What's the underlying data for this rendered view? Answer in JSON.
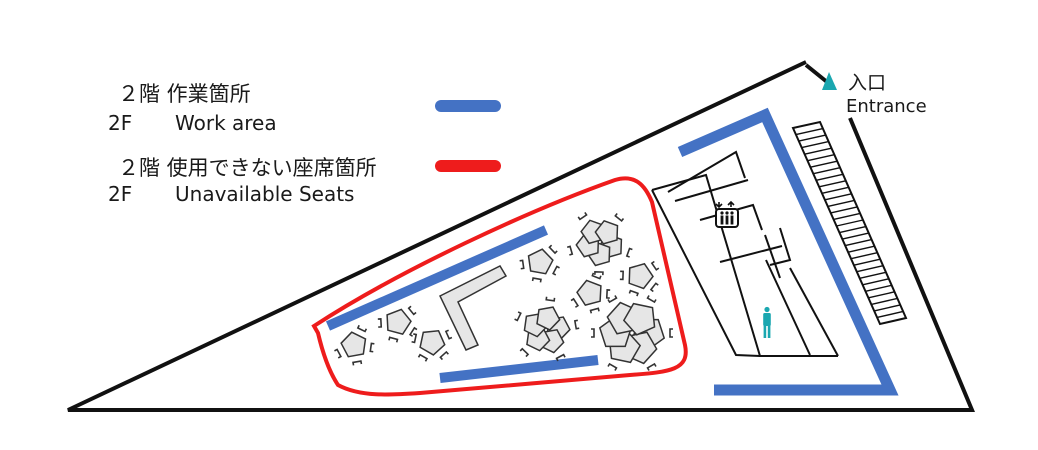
{
  "legend": {
    "work_area": {
      "label_jp": "２階  作業箇所",
      "label_en_prefix": "2F",
      "label_en": "Work area",
      "color": "#4472c4"
    },
    "unavailable": {
      "label_jp": "２階  使用できない座席箇所",
      "label_en_prefix": "2F",
      "label_en": "Unavailable Seats",
      "color": "#ee1c1c"
    }
  },
  "entrance": {
    "label_jp": "入口",
    "label_en": "Entrance",
    "color": "#1aa7b0"
  },
  "icons": {
    "elevator": "elevator-icon",
    "person": "person-icon",
    "entrance_marker": "triangle-up-icon"
  },
  "colors": {
    "outline": "#111111",
    "furniture_fill": "#e6e6e6",
    "furniture_stroke": "#333333",
    "person_color": "#1aa7b0"
  }
}
